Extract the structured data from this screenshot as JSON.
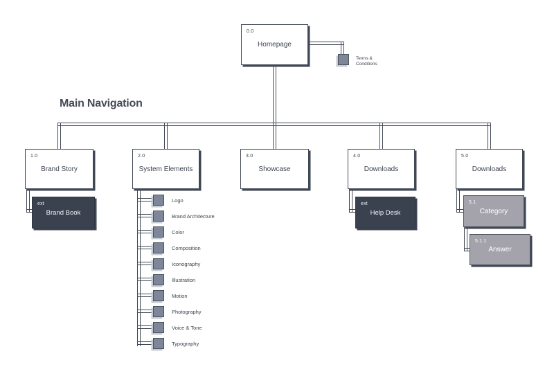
{
  "heading": "Main Navigation",
  "colors": {
    "line": "#414855",
    "dark_node_bg": "#3a414f",
    "gray_node_bg": "#a4a3ab",
    "icon_bg": "#7e8798",
    "text": "#3c434f"
  },
  "homepage": {
    "id": "0.0",
    "title": "Homepage"
  },
  "terms_page": {
    "label": "Terms & Conditions"
  },
  "main_nodes": [
    {
      "id": "1.0",
      "title": "Brand Story"
    },
    {
      "id": "2.0",
      "title": "System Elements"
    },
    {
      "id": "3.0",
      "title": "Showcase"
    },
    {
      "id": "4.0",
      "title": "Downloads"
    },
    {
      "id": "5.0",
      "title": "Downloads"
    }
  ],
  "brand_story": {
    "children": [
      {
        "id": "ext",
        "title": "Brand Book"
      }
    ]
  },
  "system_elements": {
    "items": [
      "Logo",
      "Brand Architecture",
      "Color",
      "Composition",
      "Iconography",
      "Illustration",
      "Motion",
      "Photography",
      "Voice & Tone",
      "Typography"
    ]
  },
  "downloads_4": {
    "children": [
      {
        "id": "ext",
        "title": "Help Desk"
      }
    ]
  },
  "downloads_5": {
    "children": [
      {
        "id": "5.1",
        "title": "Category"
      },
      {
        "id": "5.1.1",
        "title": "Answer"
      }
    ]
  }
}
